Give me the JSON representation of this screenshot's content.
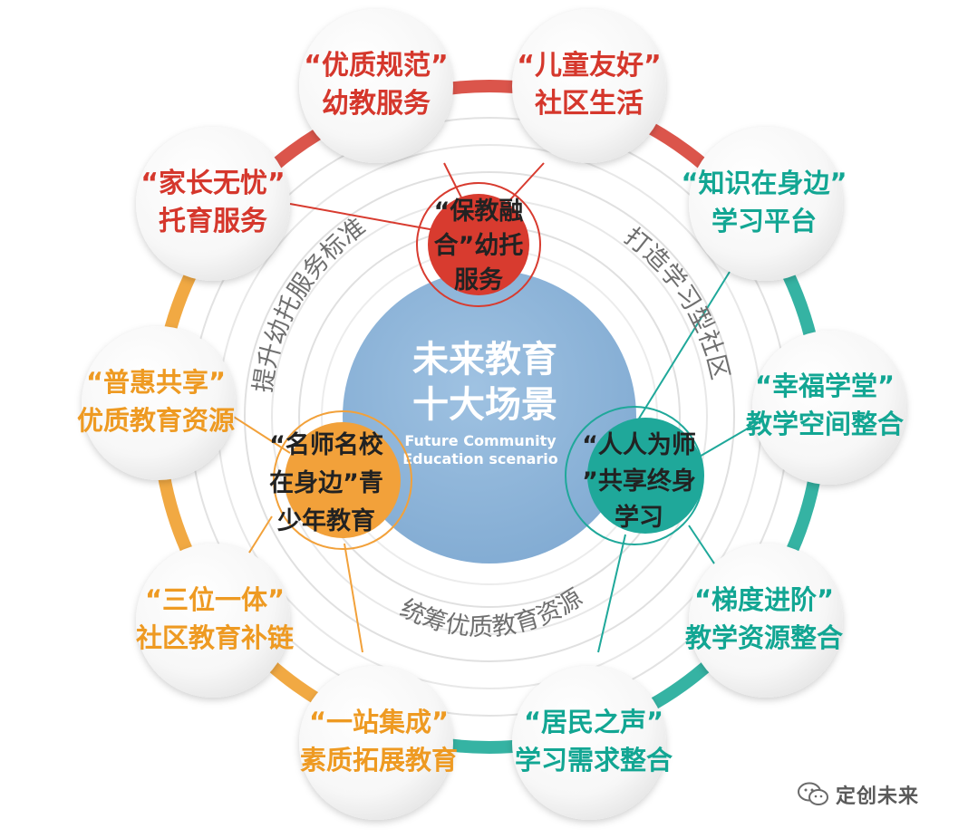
{
  "center": {
    "title_line1": "未来教育",
    "title_line2": "十大场景",
    "subtitle_line1": "Future Community",
    "subtitle_line2": "Education scenario",
    "color": "#8fb4d8"
  },
  "arcs": {
    "left": "提升幼托服务标准",
    "right": "打造学习型社区",
    "bottom": "统筹优质教育资源"
  },
  "hubs": [
    {
      "lines": [
        "“保教融",
        "合”幼托",
        "服务"
      ],
      "color": "#d83b2f"
    },
    {
      "lines": [
        "“名师名校",
        "在身边”青",
        "少年教育"
      ],
      "color": "#f2a13a"
    },
    {
      "lines": [
        "“人人为师",
        "”共享终身",
        "学习"
      ],
      "color": "#1fa89a"
    }
  ],
  "scenes": [
    {
      "line1": "“优质规范”",
      "line2": "幼教服务",
      "color": "#d5372c"
    },
    {
      "line1": "“儿童友好”",
      "line2": "社区生活",
      "color": "#d5372c"
    },
    {
      "line1": "“知识在身边”",
      "line2": "学习平台",
      "color": "#12a693"
    },
    {
      "line1": "“幸福学堂”",
      "line2": "教学空间整合",
      "color": "#12a693"
    },
    {
      "line1": "“梯度进阶”",
      "line2": "教学资源整合",
      "color": "#12a693"
    },
    {
      "line1": "“居民之声”",
      "line2": "学习需求整合",
      "color": "#12a693"
    },
    {
      "line1": "“一站集成”",
      "line2": "素质拓展教育",
      "color": "#ee9a22"
    },
    {
      "line1": "“三位一体”",
      "line2": "社区教育补链",
      "color": "#ee9a22"
    },
    {
      "line1": "“普惠共享”",
      "line2": "优质教育资源",
      "color": "#ee9a22"
    },
    {
      "line1": "“家长无忧”",
      "line2": "托育服务",
      "color": "#d5372c"
    }
  ],
  "watermark": {
    "text": "定创未来",
    "icon": "wechat-icon"
  }
}
